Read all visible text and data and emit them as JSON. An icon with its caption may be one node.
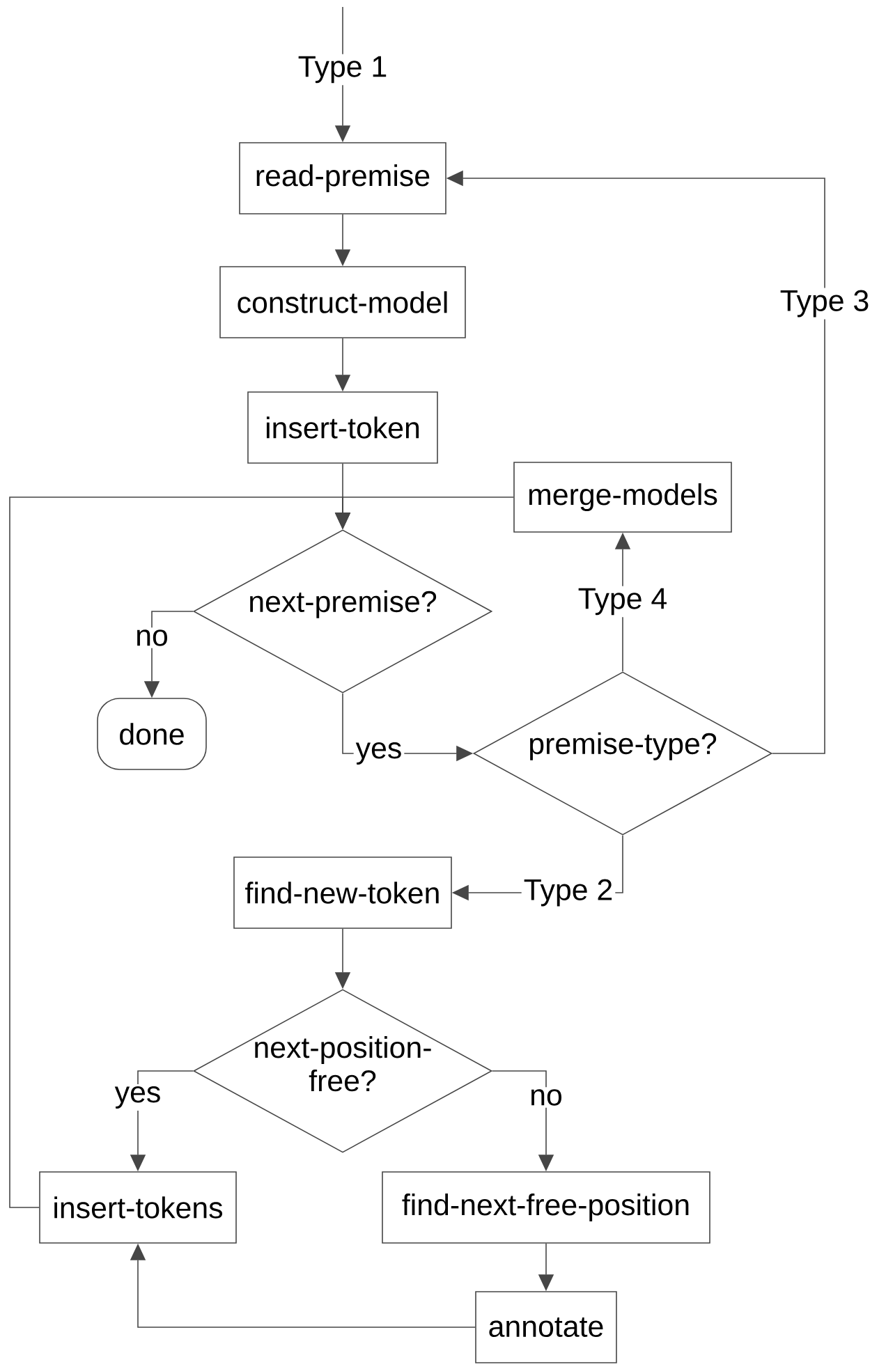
{
  "diagram": {
    "nodes": [
      {
        "text": [
          "read-premise"
        ]
      },
      {
        "text": [
          "construct-model"
        ]
      },
      {
        "text": [
          "insert-token"
        ]
      },
      {
        "text": [
          "merge-models"
        ]
      },
      {
        "text": [
          "next-premise?"
        ]
      },
      {
        "text": [
          "done"
        ]
      },
      {
        "text": [
          "premise-type?"
        ]
      },
      {
        "text": [
          "find-new-token"
        ]
      },
      {
        "text": [
          "next-position-free?"
        ]
      },
      {
        "text": [
          "insert-tokens"
        ]
      },
      {
        "text": [
          "find-next-free-position"
        ]
      },
      {
        "text": [
          "annotate"
        ]
      }
    ],
    "edges": [
      {
        "from": null,
        "to": 0,
        "arrow": "to",
        "label": "Type 1"
      },
      {
        "from": 0,
        "to": 1,
        "arrow": "to"
      },
      {
        "from": 1,
        "to": 2,
        "arrow": "to"
      },
      {
        "from": 2,
        "to": 4,
        "arrow": "to"
      },
      {
        "from": 3,
        "to": 4,
        "arrow": "to"
      },
      {
        "from": 9,
        "to": 4,
        "arrow": "to"
      },
      {
        "from": 4,
        "to": 5,
        "arrow": "to",
        "label": "no"
      },
      {
        "from": 4,
        "to": 6,
        "arrow": "to",
        "label": "yes"
      },
      {
        "from": 6,
        "to": 3,
        "arrow": "to",
        "label": "Type 4"
      },
      {
        "from": 6,
        "to": 0,
        "arrow": "to",
        "label": "Type 3"
      },
      {
        "from": 6,
        "to": 7,
        "arrow": "to",
        "label": "Type 2"
      },
      {
        "from": 7,
        "to": 8,
        "arrow": "to"
      },
      {
        "from": 8,
        "to": 9,
        "arrow": "to",
        "label": "yes"
      },
      {
        "from": 8,
        "to": 10,
        "arrow": "to",
        "label": "no"
      },
      {
        "from": 10,
        "to": 11,
        "arrow": "to"
      },
      {
        "from": 11,
        "to": 9,
        "arrow": "to"
      }
    ]
  }
}
